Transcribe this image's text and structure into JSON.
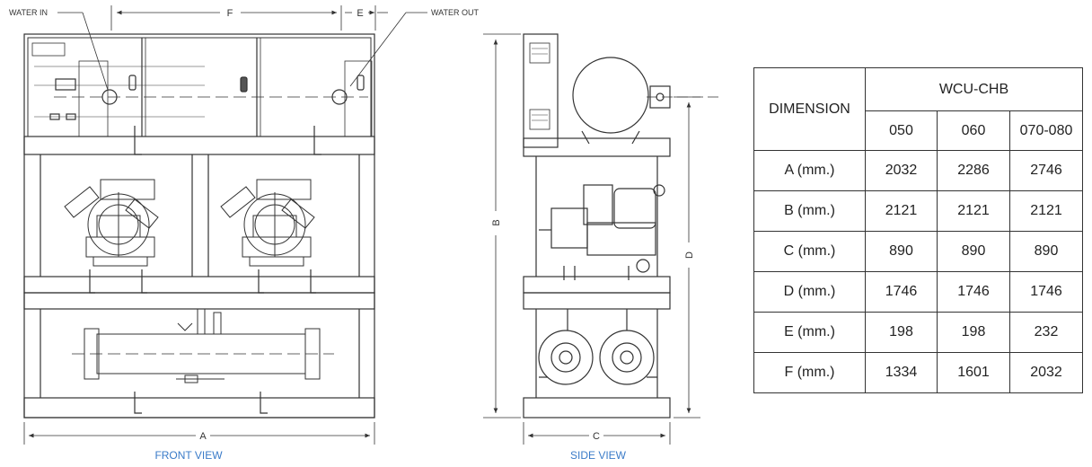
{
  "labels": {
    "water_in": "WATER IN",
    "water_out": "WATER OUT",
    "dim_a": "A",
    "dim_b": "B",
    "dim_c": "C",
    "dim_d": "D",
    "dim_e": "E",
    "dim_f": "F",
    "front_view": "FRONT VIEW",
    "side_view": "SIDE VIEW"
  },
  "colors": {
    "caption": "#3a7bc8",
    "line": "#333333"
  },
  "table": {
    "corner_header": "DIMENSION",
    "group_header": "WCU-CHB",
    "models": [
      "050",
      "060",
      "070-080"
    ],
    "rows": [
      {
        "label": "A (mm.)",
        "values": [
          "2032",
          "2286",
          "2746"
        ]
      },
      {
        "label": "B (mm.)",
        "values": [
          "2121",
          "2121",
          "2121"
        ]
      },
      {
        "label": "C (mm.)",
        "values": [
          "890",
          "890",
          "890"
        ]
      },
      {
        "label": "D (mm.)",
        "values": [
          "1746",
          "1746",
          "1746"
        ]
      },
      {
        "label": "E (mm.)",
        "values": [
          "198",
          "198",
          "232"
        ]
      },
      {
        "label": "F (mm.)",
        "values": [
          "1334",
          "1601",
          "2032"
        ]
      }
    ]
  }
}
